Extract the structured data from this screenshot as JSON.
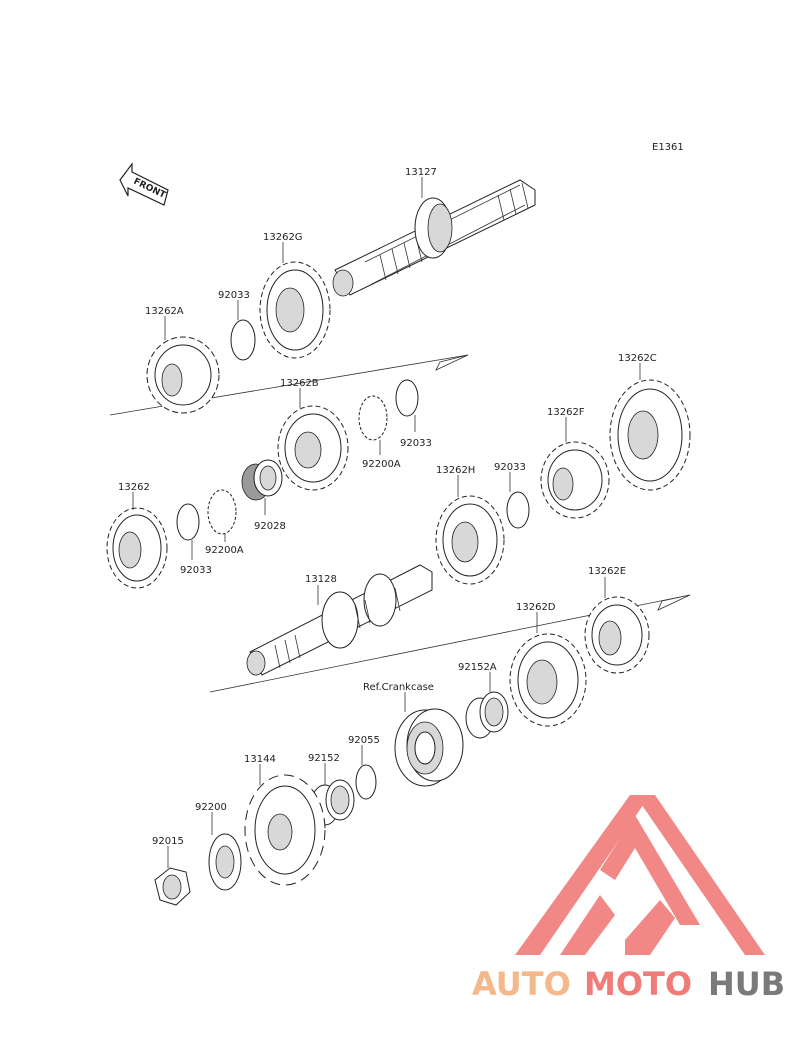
{
  "diagram_code": "E1361",
  "front_marker": "FRONT",
  "labels": {
    "p13127": "13127",
    "p13262G": "13262G",
    "p92033a": "92033",
    "p13262A": "13262A",
    "p13262B": "13262B",
    "p92200A_a": "92200A",
    "p92033b": "92033",
    "p13262C": "13262C",
    "p13262F": "13262F",
    "p13262": "13262",
    "p92028": "92028",
    "p92200A_b": "92200A",
    "p92033c": "92033",
    "p13262H": "13262H",
    "p92033d": "92033",
    "p13128": "13128",
    "p13262E": "13262E",
    "p13262D": "13262D",
    "p92152A": "92152A",
    "ref_crankcase": "Ref.Crankcase",
    "p92055": "92055",
    "p13144": "13144",
    "p92152": "92152",
    "p92200": "92200",
    "p92015": "92015"
  },
  "watermark": {
    "text_part1": "AUTO",
    "text_part2": "MOTO",
    "text_part3": "HUB",
    "color_orange": "#f5b88a",
    "color_red": "#f07c78",
    "color_gray": "#7a7a7a"
  }
}
